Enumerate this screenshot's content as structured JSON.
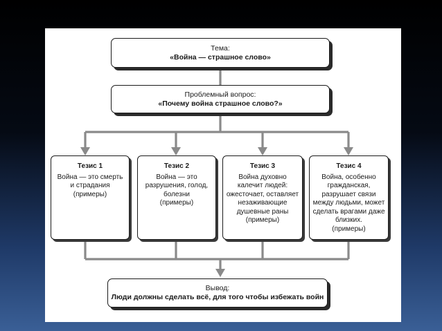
{
  "topic": {
    "label": "Тема:",
    "value": "«Война — страшное слово»"
  },
  "question": {
    "label": "Проблемный вопрос:",
    "value": "«Почему война страшное слово?»"
  },
  "theses": [
    {
      "title": "Тезис 1",
      "body": "Война — это смерть\nи страдания\n(примеры)"
    },
    {
      "title": "Тезис 2",
      "body": "Война — это\nразрушения, голод,\nболезни\n(примеры)"
    },
    {
      "title": "Тезис 3",
      "body": "Война духовно\nкалечит людей:\nожесточает, оставляет\nнезаживающие\nдушевные раны\n(примеры)"
    },
    {
      "title": "Тезис 4",
      "body": "Война, особенно\nгражданская,\nразрушает связи\nмежду людьми, может\nсделать врагами даже\nблизких.\n(примеры)"
    }
  ],
  "conclusion": {
    "label": "Вывод:",
    "value": "Люди должны сделать всё, для того чтобы избежать войн"
  },
  "colors": {
    "connector": "#8a8a8a",
    "border": "#1a1a1a",
    "shadow": "#2b2b2b"
  }
}
